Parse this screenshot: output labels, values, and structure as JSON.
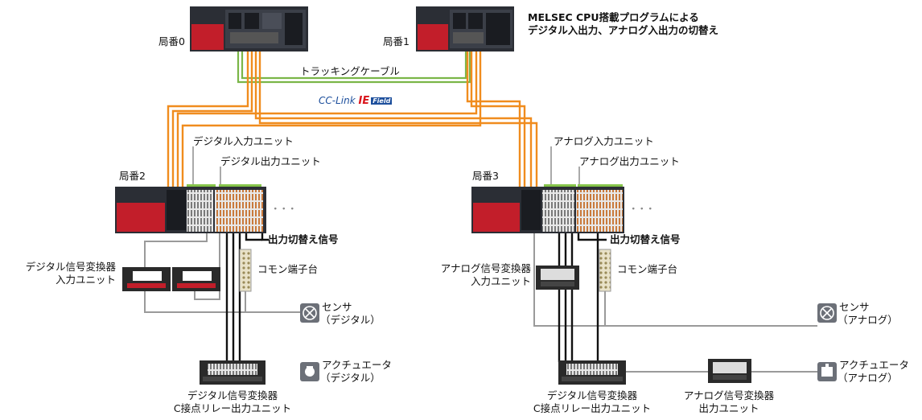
{
  "stations": {
    "st0": "局番0",
    "st1": "局番1",
    "st2": "局番2",
    "st3": "局番3"
  },
  "title": {
    "line1": "MELSEC CPU搭載プログラムによる",
    "line2": "デジタル入出力、アナログ入出力の切替え"
  },
  "network": {
    "tracking_cable": "トラッキングケーブル",
    "cclink_a": "CC-Link",
    "cclink_b": "IE",
    "cclink_c": "Field"
  },
  "left": {
    "digital_input_unit": "デジタル入力ユニット",
    "digital_output_unit": "デジタル出力ユニット",
    "switch_signal": "出力切替え信号",
    "common_terminal": "コモン端子台",
    "converter_line1": "デジタル信号変換器",
    "converter_line2": "入力ユニット",
    "sensor_line1": "センサ",
    "sensor_line2": "（デジタル）",
    "actuator_line1": "アクチュエータ",
    "actuator_line2": "（デジタル）",
    "relay_line1": "デジタル信号変換器",
    "relay_line2": "C接点リレー出力ユニット",
    "more": "・・・"
  },
  "right": {
    "analog_input_unit": "アナログ入力ユニット",
    "analog_output_unit": "アナログ出力ユニット",
    "switch_signal": "出力切替え信号",
    "common_terminal": "コモン端子台",
    "converter_line1": "アナログ信号変換器",
    "converter_line2": "入力ユニット",
    "sensor_line1": "センサ",
    "sensor_line2": "（アナログ）",
    "actuator_line1": "アクチュエータ",
    "actuator_line2": "（アナログ）",
    "relay_line1": "デジタル信号変換器",
    "relay_line2": "C接点リレー出力ユニット",
    "aout_line1": "アナログ信号変換器",
    "aout_line2": "出力ユニット",
    "more": "・・・"
  }
}
